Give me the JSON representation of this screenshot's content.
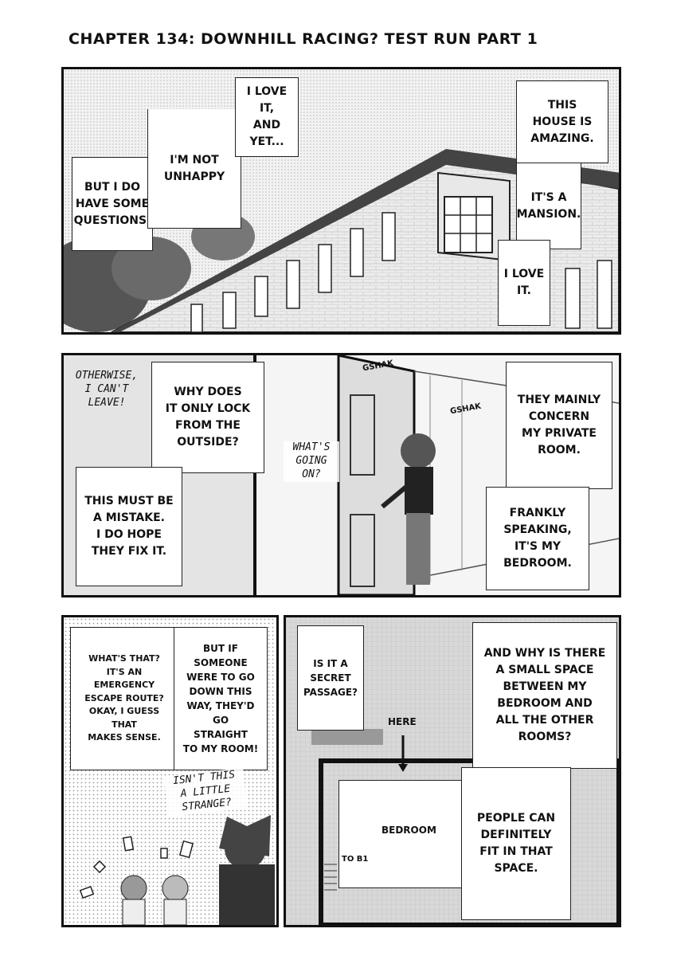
{
  "page": {
    "chapter_title": "CHAPTER 134: DOWNHILL RACING? TEST RUN PART 1"
  },
  "panel1": {
    "bubble_questions": "BUT I DO\nHAVE SOME\nQUESTIONS.",
    "bubble_unhappy": "I'M NOT\nUNHAPPY",
    "bubble_love_yet": "I LOVE IT,\nAND YET...",
    "bubble_amazing": "THIS\nHOUSE IS\nAMAZING.",
    "bubble_mansion": "IT'S A\nMANSION.",
    "bubble_love_it": "I LOVE\nIT."
  },
  "panel2": {
    "hand_cant_leave": "OTHERWISE,\nI CAN'T\nLEAVE!",
    "bubble_why_lock": "WHY DOES\nIT ONLY LOCK\nFROM THE\nOUTSIDE?",
    "bubble_mistake": "THIS MUST BE\nA MISTAKE.\nI DO HOPE\nTHEY FIX IT.",
    "sfx_gshak_1": "GSHAK",
    "sfx_gshak_2": "GSHAK",
    "hand_whats_going_on": "WHAT'S\nGOING\nON?",
    "bubble_private_room": "THEY MAINLY\nCONCERN\nMY PRIVATE\nROOM.",
    "bubble_bedroom": "FRANKLY\nSPEAKING,\nIT'S MY\nBEDROOM."
  },
  "panel3": {
    "bubble_escape": "WHAT'S THAT?\nIT'S AN EMERGENCY\nESCAPE ROUTE?\nOKAY, I GUESS THAT\nMAKES SENSE.",
    "bubble_someone": "BUT IF SOMEONE\nWERE TO GO\nDOWN THIS\nWAY, THEY'D GO\nSTRAIGHT\nTO MY ROOM!",
    "hand_strange": "ISN'T THIS\nA LITTLE\nSTRANGE?"
  },
  "panel4": {
    "bubble_secret": "IS IT A\nSECRET\nPASSAGE?",
    "label_here": "HERE",
    "bubble_small_space": "AND WHY IS THERE\nA SMALL SPACE\nBETWEEN MY\nBEDROOM AND\nALL THE OTHER\nROOMS?",
    "label_bedroom": "BEDROOM",
    "label_to_b1": "TO B1",
    "bubble_fit": "PEOPLE CAN\nDEFINITELY\nFIT IN THAT\nSPACE."
  }
}
